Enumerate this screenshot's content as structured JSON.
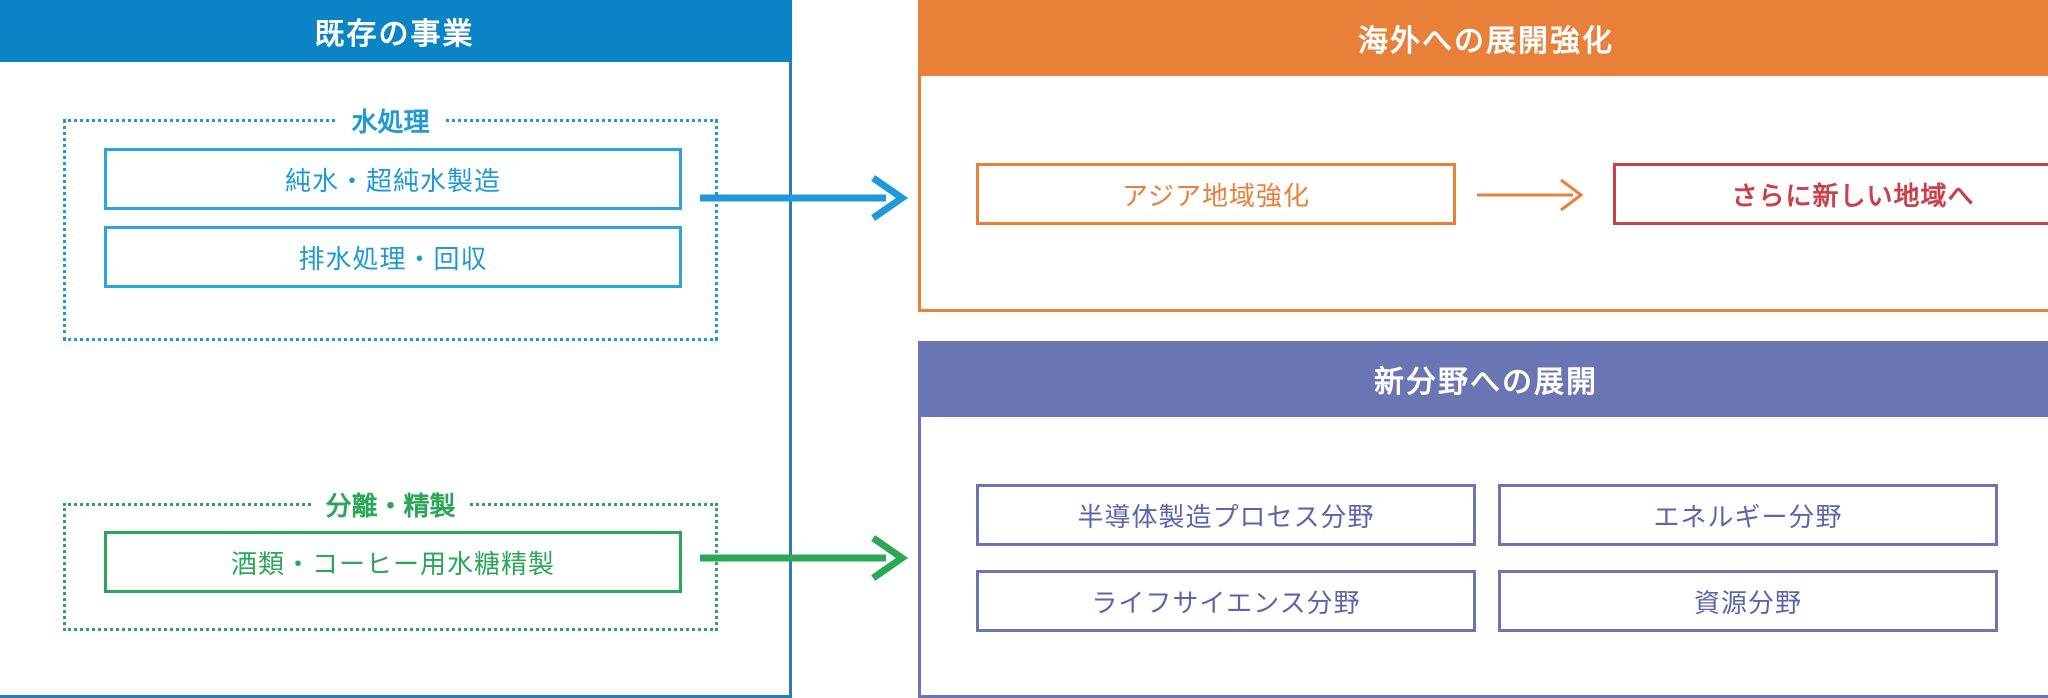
{
  "colors": {
    "existing_header_bg": "#0b84c6",
    "existing_border": "#2b7cba",
    "water_accent": "#1f9ad6",
    "separation_accent": "#2aa757",
    "overseas_accent": "#e8803a",
    "new_region_accent": "#c9414a",
    "newfield_accent": "#6b75b4",
    "header_text": "#ffffff",
    "panel_bg": "#ffffff"
  },
  "existing_business": {
    "title": "既存の事業",
    "groups": [
      {
        "label": "水処理",
        "accent": "#1f9ad6",
        "items": [
          {
            "label": "純水・超純水製造"
          },
          {
            "label": "排水処理・回収"
          }
        ]
      },
      {
        "label": "分離・精製",
        "accent": "#2aa757",
        "items": [
          {
            "label": "酒類・コーヒー用水糖精製"
          }
        ]
      }
    ]
  },
  "connectors": [
    {
      "name": "water-to-overseas",
      "color": "#1f9ad6",
      "direction": "right"
    },
    {
      "name": "separation-to-newfield",
      "color": "#2aa757",
      "direction": "right"
    }
  ],
  "overseas": {
    "title": "海外への展開強化",
    "from_box": "アジア地域強化",
    "to_box": "さらに新しい地域へ",
    "arrow": {
      "name": "progression-arrow",
      "color": "#e8803a",
      "direction": "right"
    }
  },
  "new_field": {
    "title": "新分野への展開",
    "fields": [
      {
        "label": "半導体製造プロセス分野"
      },
      {
        "label": "エネルギー分野"
      },
      {
        "label": "ライフサイエンス分野"
      },
      {
        "label": "資源分野"
      }
    ]
  }
}
